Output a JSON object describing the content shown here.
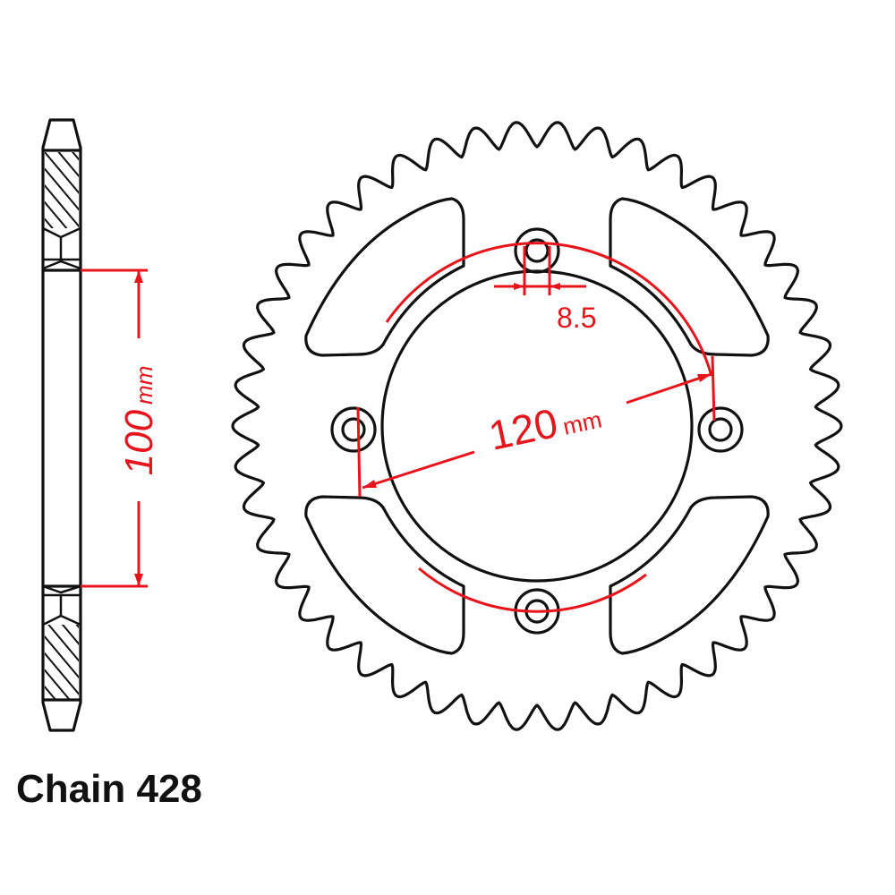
{
  "caption": "Chain 428",
  "dimensions": {
    "hub_diameter_value": "100",
    "hub_diameter_unit": "mm",
    "pcd_value": "120",
    "pcd_unit": "mm",
    "bolt_hole": "8.5"
  },
  "sprocket": {
    "bolt_holes": 4,
    "windows": 4
  },
  "colors": {
    "outline": "#111111",
    "dimension": "#e8141c"
  }
}
